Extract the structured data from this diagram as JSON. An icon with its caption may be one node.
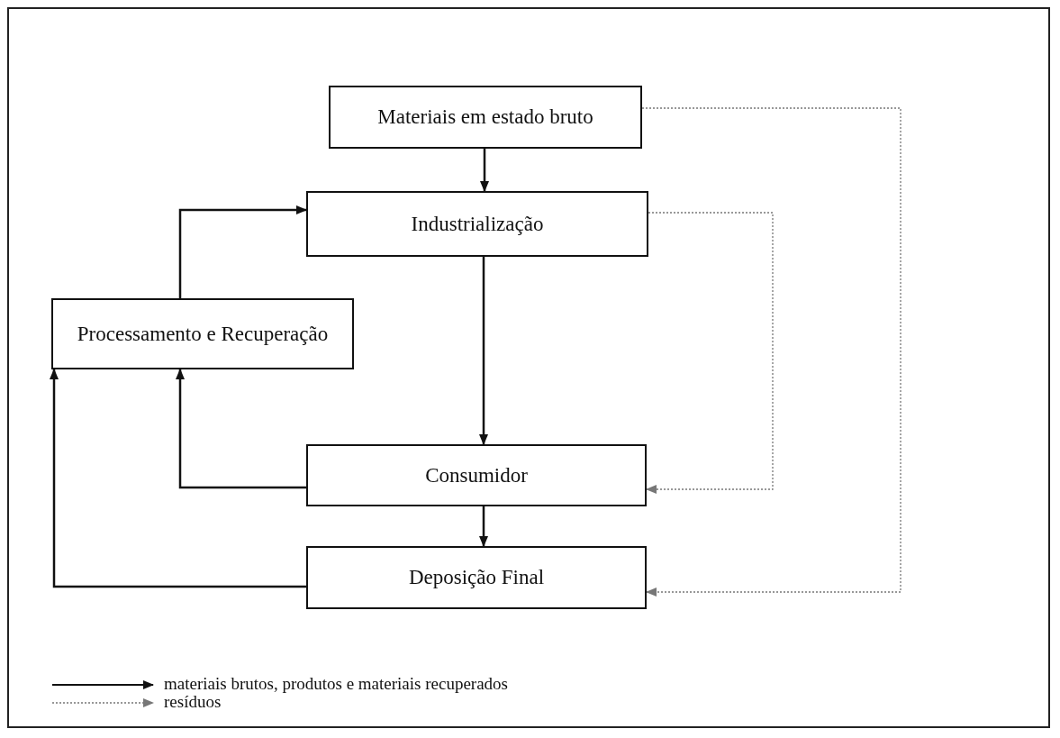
{
  "diagram": {
    "nodes": [
      {
        "text": [
          "Materiais em estado bruto"
        ]
      },
      {
        "text": [
          "Industrialização"
        ]
      },
      {
        "text": [
          "Processamento e Recuperação"
        ]
      },
      {
        "text": [
          "Consumidor"
        ]
      },
      {
        "text": [
          "Deposição Final"
        ]
      }
    ],
    "edges": [
      {
        "from": 0,
        "to": 1,
        "arrow": "to"
      },
      {
        "from": 2,
        "to": 1,
        "arrow": "to"
      },
      {
        "from": 1,
        "to": 3,
        "arrow": "to"
      },
      {
        "from": 3,
        "to": 4,
        "arrow": "to"
      },
      {
        "from": 3,
        "to": 2,
        "arrow": "to"
      },
      {
        "from": 4,
        "to": 2,
        "arrow": "to"
      },
      {
        "from": 1,
        "to": 3,
        "arrow": "to",
        "style": "dashed",
        "color": "#777777"
      },
      {
        "from": 0,
        "to": 4,
        "arrow": "to",
        "style": "dashed",
        "color": "#777777"
      }
    ],
    "legend": [
      {
        "text": "materiais brutos, produtos e  materiais recuperados"
      },
      {
        "text": "resíduos"
      }
    ]
  }
}
